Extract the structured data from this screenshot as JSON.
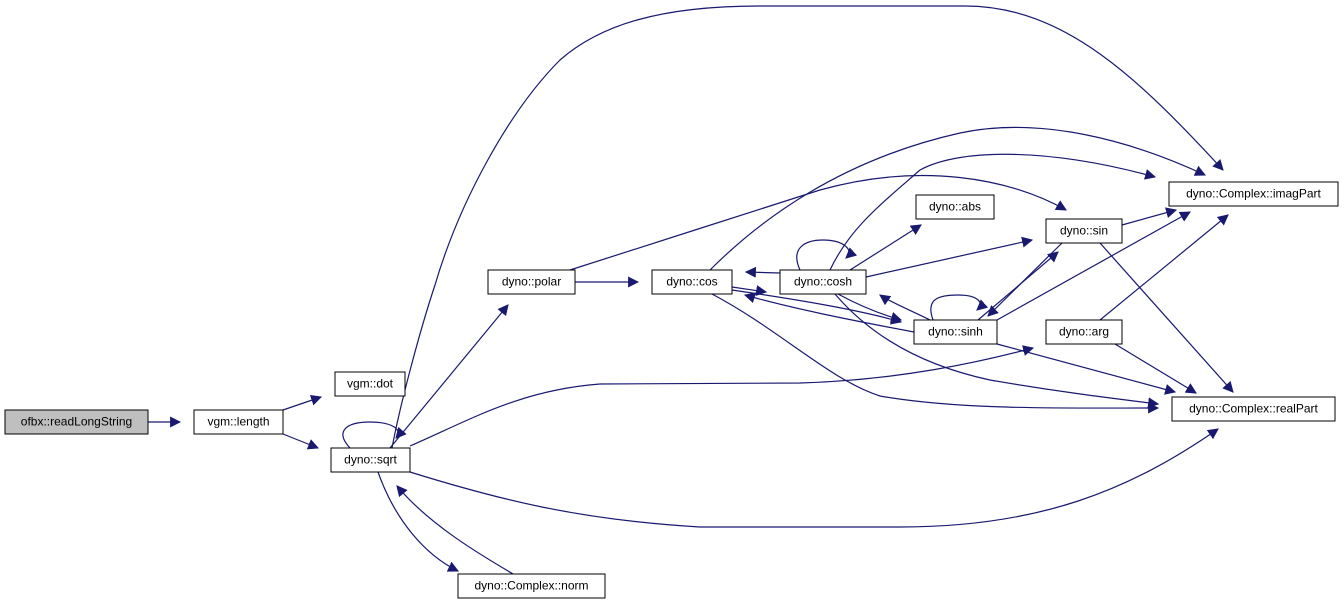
{
  "colors": {
    "edge": "#191970",
    "root_fill": "#bfbfbf",
    "node_fill": "#ffffff",
    "node_border": "#000000"
  },
  "nodes": {
    "readLongString": "ofbx::readLongString",
    "length": "vgm::length",
    "dot": "vgm::dot",
    "sqrt": "dyno::sqrt",
    "norm": "dyno::Complex::norm",
    "polar": "dyno::polar",
    "cos": "dyno::cos",
    "cosh": "dyno::cosh",
    "abs": "dyno::abs",
    "sinh": "dyno::sinh",
    "sin": "dyno::sin",
    "arg": "dyno::arg",
    "imagPart": "dyno::Complex::imagPart",
    "realPart": "dyno::Complex::realPart"
  },
  "edges": [
    [
      "readLongString",
      "length"
    ],
    [
      "length",
      "dot"
    ],
    [
      "length",
      "sqrt"
    ],
    [
      "sqrt",
      "sqrt"
    ],
    [
      "sqrt",
      "norm"
    ],
    [
      "norm",
      "sqrt"
    ],
    [
      "sqrt",
      "polar"
    ],
    [
      "sqrt",
      "imagPart"
    ],
    [
      "sqrt",
      "arg"
    ],
    [
      "sqrt",
      "realPart"
    ],
    [
      "polar",
      "cos"
    ],
    [
      "polar",
      "sin"
    ],
    [
      "cos",
      "cosh"
    ],
    [
      "cosh",
      "cos"
    ],
    [
      "cos",
      "imagPart"
    ],
    [
      "cos",
      "sinh"
    ],
    [
      "cos",
      "realPart"
    ],
    [
      "cosh",
      "cosh"
    ],
    [
      "cosh",
      "abs"
    ],
    [
      "cosh",
      "sin"
    ],
    [
      "cosh",
      "imagPart"
    ],
    [
      "cosh",
      "sinh"
    ],
    [
      "cosh",
      "realPart"
    ],
    [
      "sinh",
      "cosh"
    ],
    [
      "sinh",
      "cos"
    ],
    [
      "sinh",
      "sinh"
    ],
    [
      "sinh",
      "sin"
    ],
    [
      "sin",
      "sinh"
    ],
    [
      "sinh",
      "imagPart"
    ],
    [
      "sinh",
      "realPart"
    ],
    [
      "sin",
      "imagPart"
    ],
    [
      "sin",
      "realPart"
    ],
    [
      "arg",
      "imagPart"
    ],
    [
      "arg",
      "realPart"
    ]
  ]
}
